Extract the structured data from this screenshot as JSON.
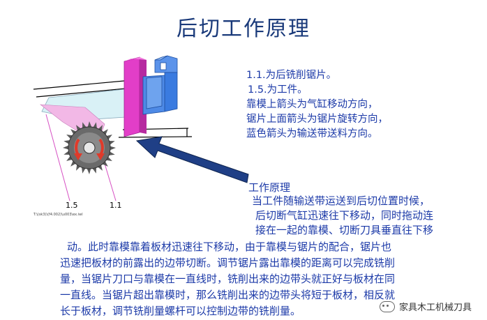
{
  "title": "后切工作原理",
  "notes": [
    "1.1.为后铣削锯片。",
    "1.5.为工件。",
    "靠模上箭头为气缸移动方向，",
    "锯片上面箭头为锯片旋转方向，",
    "蓝色箭头为输送带送料方向。"
  ],
  "principle_heading": "工作原理",
  "principle_lines": [
    "当工件随输送带运送到后切位置时候，",
    "后切断气缸迅速往下移动，同时拖动连",
    "接在一起的靠模、切断刀具垂直往下移",
    "动。此时靠模靠着板材迅速往下移动，由于靠模与锯片的配合，锯片也",
    "迅速把板材的前露出的边带切断。调节锯片露出靠模的距离可以完成铣削",
    "量，当锯片刀口与靠模在一直线时，铣削出来的边带头就正好与板材在同",
    "一直线。当锯片超出靠模时，那么铣削出来的边带头将短于板材，相反就",
    "长于板材，调节铣削量螺杆可以控制边带的铣削量。"
  ],
  "diagram_labels": {
    "workpiece": "1.5",
    "saw": "1.1"
  },
  "diagram_caption": "T:\\(sk3)\\(f4.002)\\u003\\ex.iwl",
  "watermark": "家具木工机械刀具",
  "colors": {
    "title": "#1a3a7a",
    "text": "#1c3aa8",
    "fence_magenta": "#e23ec8",
    "cylinder_blue": "#3a7be0",
    "arrow_navy": "#1f3f86",
    "saw_gray": "#555555",
    "rotation_red": "#e03a2a"
  }
}
